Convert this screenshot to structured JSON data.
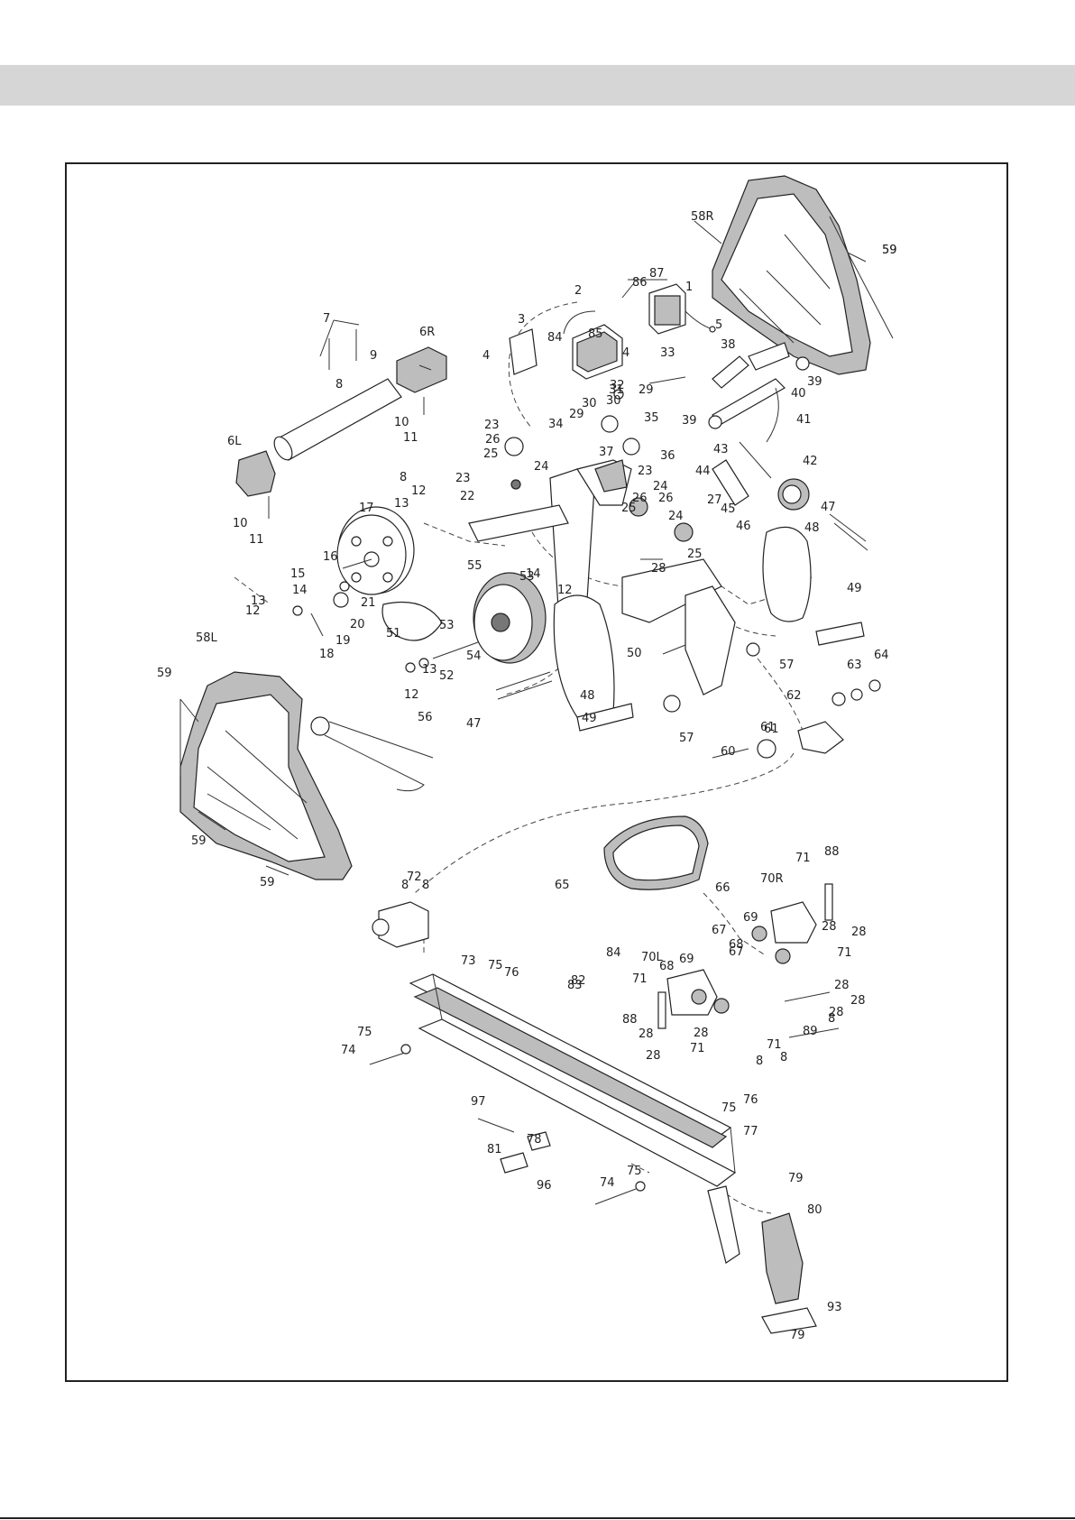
{
  "labels": [
    {
      "text": "58R"
    },
    {
      "text": "59"
    },
    {
      "text": "59"
    },
    {
      "text": "59"
    },
    {
      "text": "59"
    },
    {
      "text": "59"
    },
    {
      "text": "1"
    },
    {
      "text": "2"
    },
    {
      "text": "3"
    },
    {
      "text": "4"
    },
    {
      "text": "4"
    },
    {
      "text": "5"
    },
    {
      "text": "6R"
    },
    {
      "text": "6L"
    },
    {
      "text": "7"
    },
    {
      "text": "8"
    },
    {
      "text": "8"
    },
    {
      "text": "8"
    },
    {
      "text": "8"
    },
    {
      "text": "9"
    },
    {
      "text": "10"
    },
    {
      "text": "10"
    },
    {
      "text": "11"
    },
    {
      "text": "11"
    },
    {
      "text": "12"
    },
    {
      "text": "12"
    },
    {
      "text": "12"
    },
    {
      "text": "12"
    },
    {
      "text": "13"
    },
    {
      "text": "13"
    },
    {
      "text": "13"
    },
    {
      "text": "14"
    },
    {
      "text": "14"
    },
    {
      "text": "15"
    },
    {
      "text": "16"
    },
    {
      "text": "17"
    },
    {
      "text": "18"
    },
    {
      "text": "19"
    },
    {
      "text": "20"
    },
    {
      "text": "21"
    },
    {
      "text": "22"
    },
    {
      "text": "23"
    },
    {
      "text": "23"
    },
    {
      "text": "23"
    },
    {
      "text": "24"
    },
    {
      "text": "24"
    },
    {
      "text": "24"
    },
    {
      "text": "25"
    },
    {
      "text": "25"
    },
    {
      "text": "25"
    },
    {
      "text": "26"
    },
    {
      "text": "26"
    },
    {
      "text": "26"
    },
    {
      "text": "27"
    },
    {
      "text": "28"
    },
    {
      "text": "29"
    },
    {
      "text": "29"
    },
    {
      "text": "30"
    },
    {
      "text": "30"
    },
    {
      "text": "31"
    },
    {
      "text": "32"
    },
    {
      "text": "33"
    },
    {
      "text": "34"
    },
    {
      "text": "35"
    },
    {
      "text": "36"
    },
    {
      "text": "37"
    },
    {
      "text": "38"
    },
    {
      "text": "39"
    },
    {
      "text": "39"
    },
    {
      "text": "40"
    },
    {
      "text": "41"
    },
    {
      "text": "42"
    },
    {
      "text": "43"
    },
    {
      "text": "44"
    },
    {
      "text": "45"
    },
    {
      "text": "46"
    },
    {
      "text": "47"
    },
    {
      "text": "47"
    },
    {
      "text": "48"
    },
    {
      "text": "48"
    },
    {
      "text": "49"
    },
    {
      "text": "49"
    },
    {
      "text": "50"
    },
    {
      "text": "51"
    },
    {
      "text": "52"
    },
    {
      "text": "53"
    },
    {
      "text": "53"
    },
    {
      "text": "54"
    },
    {
      "text": "55"
    },
    {
      "text": "56"
    },
    {
      "text": "57"
    },
    {
      "text": "57"
    },
    {
      "text": "58L"
    },
    {
      "text": "60"
    },
    {
      "text": "61"
    },
    {
      "text": "61"
    },
    {
      "text": "62"
    },
    {
      "text": "63"
    },
    {
      "text": "64"
    },
    {
      "text": "65"
    },
    {
      "text": "66"
    },
    {
      "text": "67"
    },
    {
      "text": "67"
    },
    {
      "text": "68"
    },
    {
      "text": "68"
    },
    {
      "text": "69"
    },
    {
      "text": "69"
    },
    {
      "text": "70R"
    },
    {
      "text": "70L"
    },
    {
      "text": "71"
    },
    {
      "text": "71"
    },
    {
      "text": "71"
    },
    {
      "text": "71"
    },
    {
      "text": "71"
    },
    {
      "text": "72"
    },
    {
      "text": "73"
    },
    {
      "text": "74"
    },
    {
      "text": "74"
    },
    {
      "text": "75"
    },
    {
      "text": "75"
    },
    {
      "text": "75"
    },
    {
      "text": "75"
    },
    {
      "text": "76"
    },
    {
      "text": "76"
    },
    {
      "text": "77"
    },
    {
      "text": "78"
    },
    {
      "text": "79"
    },
    {
      "text": "79"
    },
    {
      "text": "80"
    },
    {
      "text": "81"
    },
    {
      "text": "82"
    },
    {
      "text": "83"
    },
    {
      "text": "84"
    },
    {
      "text": "84"
    },
    {
      "text": "85"
    },
    {
      "text": "86"
    },
    {
      "text": "87"
    },
    {
      "text": "88"
    },
    {
      "text": "88"
    },
    {
      "text": "89"
    },
    {
      "text": "93"
    },
    {
      "text": "96"
    },
    {
      "text": "97"
    },
    {
      "text": "28"
    },
    {
      "text": "28"
    },
    {
      "text": "28"
    },
    {
      "text": "28"
    },
    {
      "text": "28"
    },
    {
      "text": "28"
    },
    {
      "text": "28"
    },
    {
      "text": "28"
    },
    {
      "text": "8"
    },
    {
      "text": "8"
    },
    {
      "text": "8"
    },
    {
      "text": "28"
    }
  ]
}
